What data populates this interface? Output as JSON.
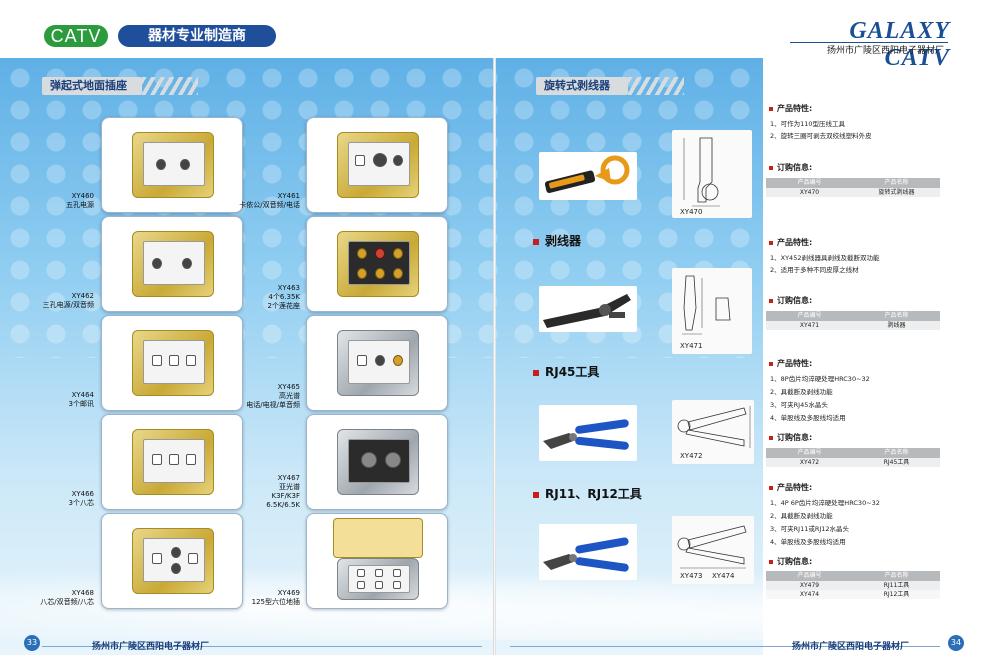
{
  "header": {
    "catv_badge": "CATV",
    "tagline": "器材专业制造商",
    "brand": "GALAXY CATV",
    "brand_sub": "扬州市广陵区西阳电子器材厂"
  },
  "left_page": {
    "section_title": "弹起式地面插座",
    "products": [
      {
        "code": "XY460",
        "desc": "五孔电源"
      },
      {
        "code": "XY461",
        "desc": "卡依公/双音频/电话"
      },
      {
        "code": "XY462",
        "desc": "三孔电源/双音频"
      },
      {
        "code": "XY463",
        "desc": "4个6.35K\n2个莲花座"
      },
      {
        "code": "XY464",
        "desc": "3个邮讯"
      },
      {
        "code": "XY465",
        "desc": "高光谱\n电话/电视/单音频"
      },
      {
        "code": "XY466",
        "desc": "3个八芯"
      },
      {
        "code": "XY467",
        "desc": "亚光谱\nK3F/K3F\n6.5K/6.5K"
      },
      {
        "code": "XY468",
        "desc": "八芯/双音频/八芯"
      },
      {
        "code": "XY469",
        "desc": "125型六位地插"
      }
    ],
    "page_number": "33",
    "footer": "扬州市广陵区西阳电子器材厂"
  },
  "right_page": {
    "section_title": "旋转式剥线器",
    "tool_labels": {
      "stripper": "剥线器",
      "rj45": "RJ45工具",
      "rj11": "RJ11、RJ12工具"
    },
    "drawing_codes": [
      "XY470",
      "XY471",
      "XY472",
      "XY473",
      "XY474"
    ],
    "feature_title": "产品特性:",
    "order_title": "订购信息:",
    "table_headers": [
      "产品编号",
      "产品名称"
    ],
    "blocks": [
      {
        "features": [
          "1、可作为110型压线工具",
          "2、旋转三圈可剥去双绞线塑料外皮"
        ],
        "rows": [
          [
            "XY470",
            "旋转式剥线器"
          ]
        ]
      },
      {
        "features": [
          "1、XY452剥线器具剥线及截断双功能",
          "2、适用于多种不同皮厚之线材"
        ],
        "rows": [
          [
            "XY471",
            "剥线器"
          ]
        ]
      },
      {
        "features": [
          "1、8P齿片均淬硬处理HRC30~32",
          "2、具截断及剥线功能",
          "3、可夹RJ45水晶头",
          "4、单股线及多股线均适用"
        ],
        "rows": [
          [
            "XY472",
            "RJ45工具"
          ]
        ]
      },
      {
        "features": [
          "1、4P  6P齿片均淬硬处理HRC30~32",
          "2、具截断及剥线功能",
          "3、可夹RJ11或RJ12水晶头",
          "4、单股线及多股线均适用"
        ],
        "rows": [
          [
            "XY479",
            "RJ11工具"
          ],
          [
            "XY474",
            "RJ12工具"
          ]
        ]
      }
    ],
    "page_number": "34",
    "footer": "扬州市广陵区西阳电子器材厂"
  },
  "colors": {
    "accent_green": "#2c9b3d",
    "accent_blue": "#1f4f9a",
    "bullet_red": "#c81e1e"
  }
}
